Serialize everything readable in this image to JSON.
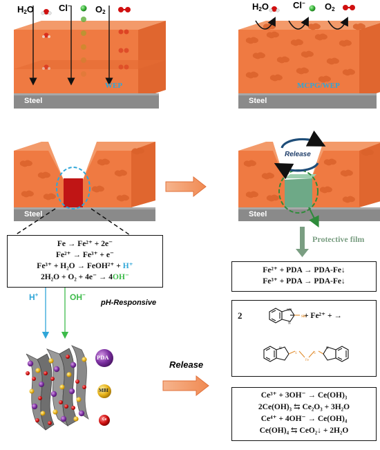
{
  "labels": {
    "h2o": "H",
    "h2o_sub": "2",
    "h2o_o": "O",
    "cl": "Cl",
    "cl_sup": "−",
    "o2": "O",
    "o2_sub": "2",
    "steel": "Steel",
    "wep": "WEP",
    "mcpg_wep": "MCPG/WEP",
    "release": "Release",
    "protective_film": "Protective film",
    "ph_responsive": "pH-Responsive",
    "h_plus": "H",
    "h_plus_sup": "+",
    "oh_minus": "OH",
    "oh_minus_sup": "−",
    "pda": "PDA",
    "mbi": "MBI",
    "ce": "Ce"
  },
  "equations_left": [
    "Fe → Fe²⁺ + 2e⁻",
    "Fe²⁺ → Fe³⁺ + e⁻",
    "Fe³⁺ + H₂O → FeOH²⁺ + H⁺",
    "2H₂O + O₂ + 4e⁻ → 4OH⁻"
  ],
  "equations_pda": [
    "Fe²⁺ + PDA → PDA-Fe↓",
    "Fe³⁺ + PDA → PDA-Fe↓"
  ],
  "equations_mbi": {
    "coef": "2",
    "rest": "+ Fe²⁺ + →",
    "sh": "SH",
    "nh": "NH",
    "n": "N",
    "s": "S",
    "fe": "Fe",
    "h": "H"
  },
  "equations_ce": [
    "Ce³⁺ + 3OH⁻ → Ce(OH)₃",
    "2Ce(OH)₃ ⇆ Ce₂O₃ + 3H₂O",
    "Ce⁴⁺ + 4OH⁻ → Ce(OH)₄",
    "Ce(OH)₄ ⇆ CeO₂↓ + 2H₂O"
  ],
  "colors": {
    "coating": "#ef7a42",
    "coating_dark": "#d9612a",
    "steel": "#8a8a8a",
    "steel_top": "#a8a8a8",
    "water_blue": "#2fa6d8",
    "oh_green": "#3dbb4a",
    "film_green": "#7ab88f",
    "pda_purple": "#7b2fa0",
    "mbi_yellow": "#e7b31a",
    "ce_red": "#d01010"
  }
}
